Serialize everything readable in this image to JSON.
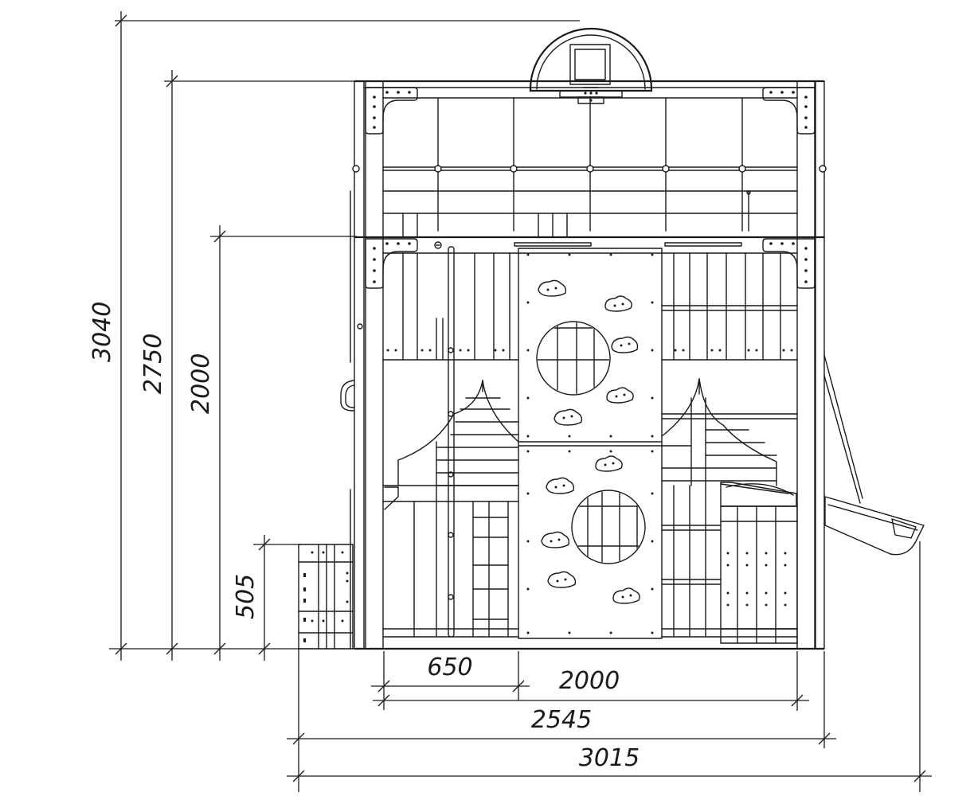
{
  "dimensions": {
    "height_total": "3040",
    "height_roof": "2750",
    "height_platform": "2000",
    "height_bench": "505",
    "width_650": "650",
    "width_2000": "2000",
    "width_2545": "2545",
    "width_3015": "3015"
  }
}
